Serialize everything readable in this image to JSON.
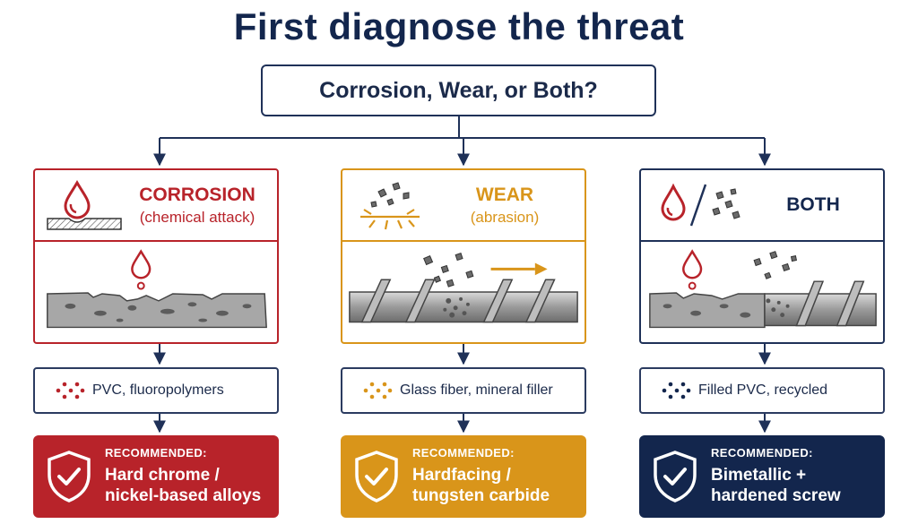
{
  "title": "First diagnose the threat",
  "question": "Corrosion, Wear, or Both?",
  "colors": {
    "red": "#b8232a",
    "gold": "#d9951a",
    "navy": "#13264d",
    "line": "#1f3158"
  },
  "branches": [
    {
      "title": "CORROSION",
      "subtitle": "(chemical attack)",
      "head_icon": "droplet-surface-icon",
      "illustration": "pitted-metal-illustration",
      "materials": "PVC, fluoropolymers",
      "recommended_label": "RECOMMENDED:",
      "recommendation": "Hard chrome / nickel-based alloys"
    },
    {
      "title": "WEAR",
      "subtitle": "(abrasion)",
      "head_icon": "abrasion-particles-icon",
      "illustration": "worn-screw-illustration",
      "materials": "Glass fiber, mineral filler",
      "recommended_label": "RECOMMENDED:",
      "recommendation": "Hardfacing / tungsten carbide"
    },
    {
      "title": "BOTH",
      "subtitle": "",
      "head_icon": "droplet-and-particles-icon",
      "illustration": "corroded-worn-screw-illustration",
      "materials": "Filled PVC, recycled",
      "recommended_label": "RECOMMENDED:",
      "recommendation": "Bimetallic + hardened screw"
    }
  ]
}
